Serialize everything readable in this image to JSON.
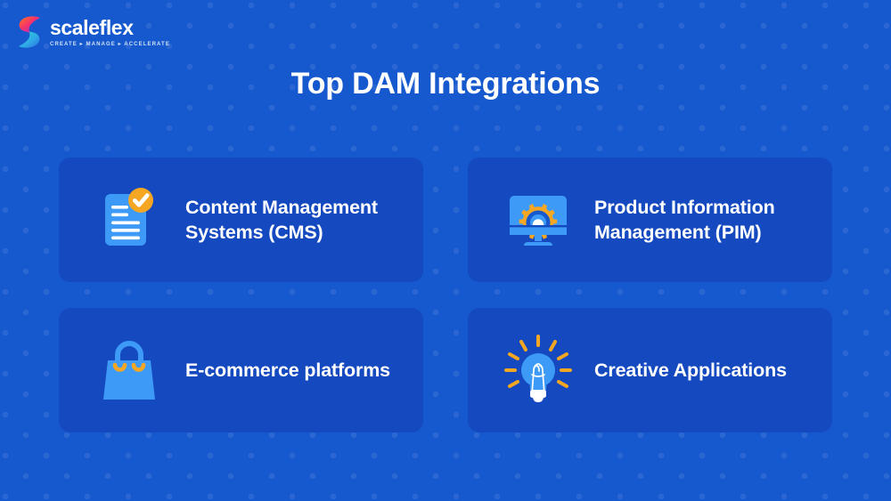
{
  "brand": {
    "name": "scaleflex",
    "tagline": "CREATE ▸ MANAGE ▸ ACCELERATE",
    "logo_icon": "scaleflex-s-ribbon-logo"
  },
  "header": {
    "title": "Top DAM Integrations"
  },
  "colors": {
    "background": "#1659cf",
    "card_background": "#1449bf",
    "accent_orange": "#f5a623",
    "icon_blue": "#3d9bf7",
    "text_white": "#ffffff",
    "dot_pattern": "rgba(255,255,255,0.085)"
  },
  "cards": [
    {
      "label": "Content Management Systems (CMS)",
      "icon": "document-check-icon"
    },
    {
      "label": "Product Information Management (PIM)",
      "icon": "monitor-gear-icon"
    },
    {
      "label": "E-commerce platforms",
      "icon": "shopping-bag-icon"
    },
    {
      "label": "Creative Applications",
      "icon": "lightbulb-icon"
    }
  ]
}
